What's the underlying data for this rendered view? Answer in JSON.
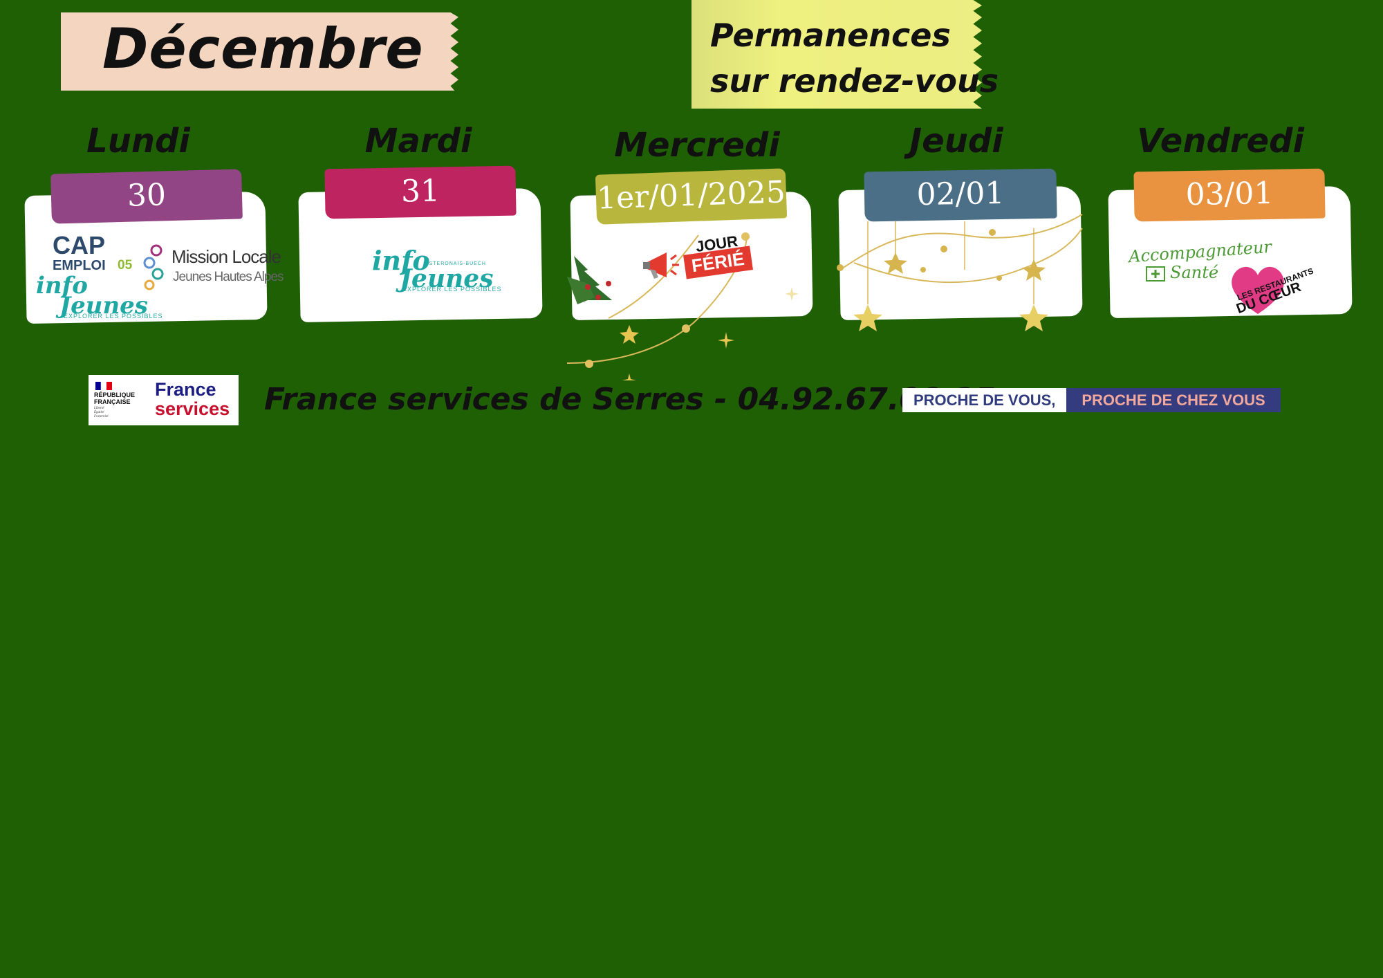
{
  "header": {
    "month": "Décembre",
    "permanences_line1": "Permanences",
    "permanences_line2": "sur rendez-vous"
  },
  "days": [
    {
      "label": "Lundi",
      "date": "30",
      "color": "#914584"
    },
    {
      "label": "Mardi",
      "date": "31",
      "color": "#bd2460"
    },
    {
      "label": "Mercredi",
      "date": "1er/01/2025",
      "color": "#b8b63c"
    },
    {
      "label": "Jeudi",
      "date": "02/01",
      "color": "#4a6f86"
    },
    {
      "label": "Vendredi",
      "date": "03/01",
      "color": "#e99240"
    }
  ],
  "partners": {
    "cap_emploi_line1": "CAP",
    "cap_emploi_line2": "EMPLOI",
    "cap_emploi_num": "05",
    "mission_locale_line1": "Mission Locale",
    "mission_locale_line2": "Jeunes Hautes Alpes",
    "info_jeunes_line1": "info",
    "info_jeunes_line2": "Jeunes",
    "info_jeunes_tag": "SISTERONAIS-BUËCH",
    "info_jeunes_sub": "EXPLORER LES POSSIBLES",
    "jour_ferie_line1": "JOUR",
    "jour_ferie_line2": "FÉRIÉ",
    "accompagnateur_line1": "Accompagnateur",
    "accompagnateur_line2": "Santé",
    "restos_line1": "LES RESTAURANTS",
    "restos_line2": "DU CŒUR"
  },
  "footer": {
    "rf_line1": "RÉPUBLIQUE",
    "rf_line2": "FRANÇAISE",
    "rf_motto1": "Liberté",
    "rf_motto2": "Égalité",
    "rf_motto3": "Fraternité",
    "fs_line1": "France",
    "fs_line2": "services",
    "contact": "France services de Serres - 04.92.67.08.25",
    "slogan_a": "PROCHE DE VOUS,",
    "slogan_b": "PROCHE DE CHEZ VOUS"
  },
  "colors": {
    "background": "#1f6005",
    "month_tape": "#f4d6c0",
    "permanence_tape": "#eced82"
  }
}
